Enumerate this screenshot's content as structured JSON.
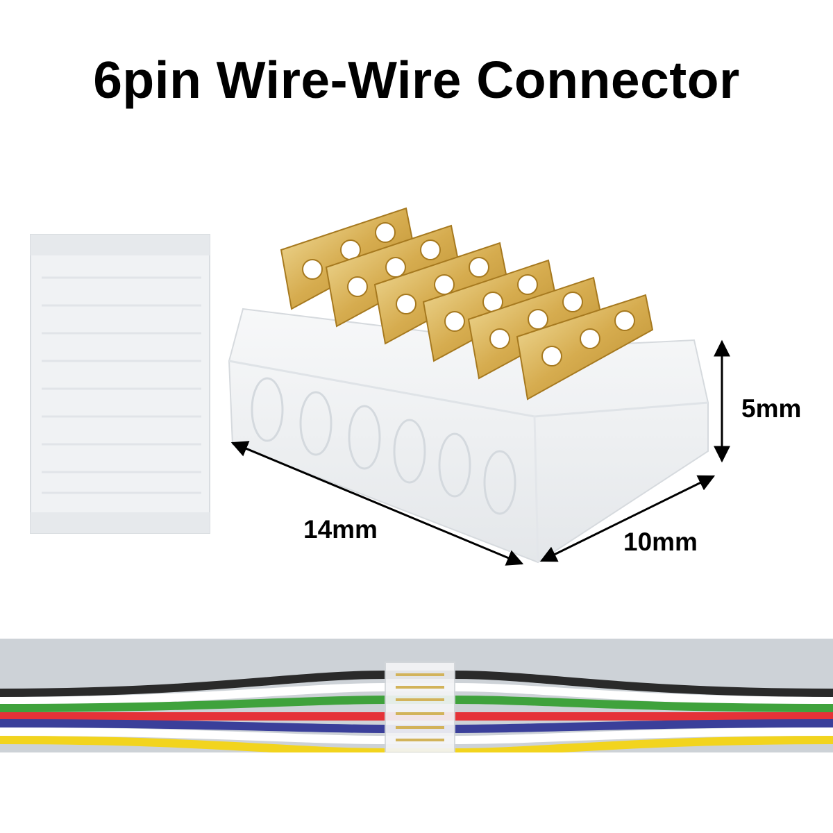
{
  "title": "6pin Wire-Wire Connector",
  "dimensions": {
    "width": "14mm",
    "depth": "10mm",
    "height": "5mm"
  },
  "colors": {
    "terminal_gold": "#d9b45a",
    "housing_clear": "#eef0f2",
    "strip_background": "#c9ced4",
    "wires": [
      "#2a2a2a",
      "#ffffff",
      "#3fa23c",
      "#e53238",
      "#3a3f9a",
      "#ffffff",
      "#f2d41e"
    ]
  },
  "wire_colors_names": [
    "black",
    "white",
    "green",
    "red",
    "blue",
    "white",
    "yellow"
  ]
}
